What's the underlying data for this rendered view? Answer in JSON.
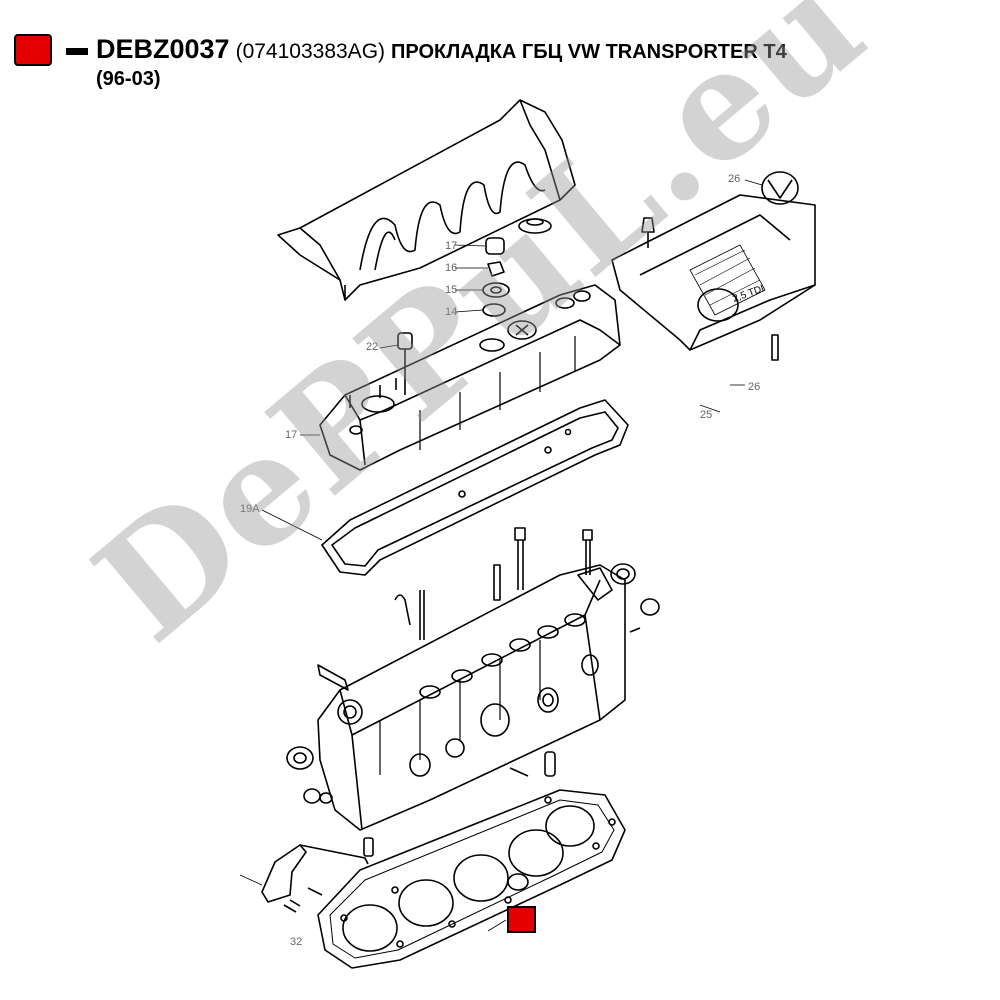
{
  "header": {
    "part_code": "DEBZ0037",
    "oem_number": "(074103383AG)",
    "description": "ПРОКЛАДКА ГБЦ VW TRANSPORTER T4",
    "years": "(96-03)"
  },
  "watermark": {
    "text": "DePPuL.eu"
  },
  "diagram": {
    "callouts": [
      "17",
      "16",
      "15",
      "14",
      "22",
      "17",
      "19A",
      "26",
      "25",
      "26",
      "2,5 TDI",
      "32"
    ]
  },
  "colors": {
    "marker": "#e30000"
  }
}
